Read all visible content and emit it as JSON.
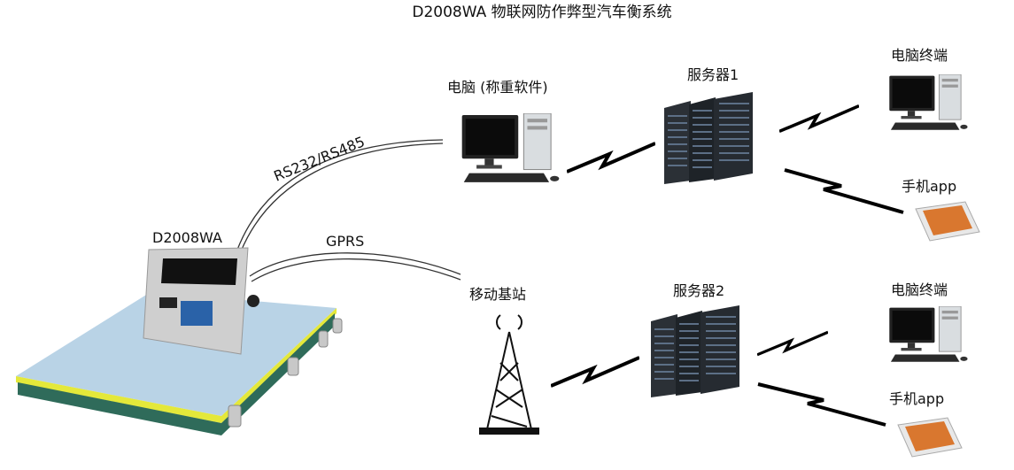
{
  "title": "D2008WA 物联网防作弊型汽车衡系统",
  "indicator_label": "D2008WA",
  "links": {
    "serial": "RS232/RS485",
    "gprs": "GPRS"
  },
  "nodes": {
    "pc": "电脑 (称重软件)",
    "server1": "服务器1",
    "server2": "服务器2",
    "base_station": "移动基站",
    "terminal1": "电脑终端",
    "phone1": "手机app",
    "terminal2": "电脑终端",
    "phone2": "手机app"
  },
  "colors": {
    "platform": "#b9d3e6",
    "rail": "#e4e83a",
    "frame": "#2f6b5a",
    "server": "#1e2328"
  }
}
